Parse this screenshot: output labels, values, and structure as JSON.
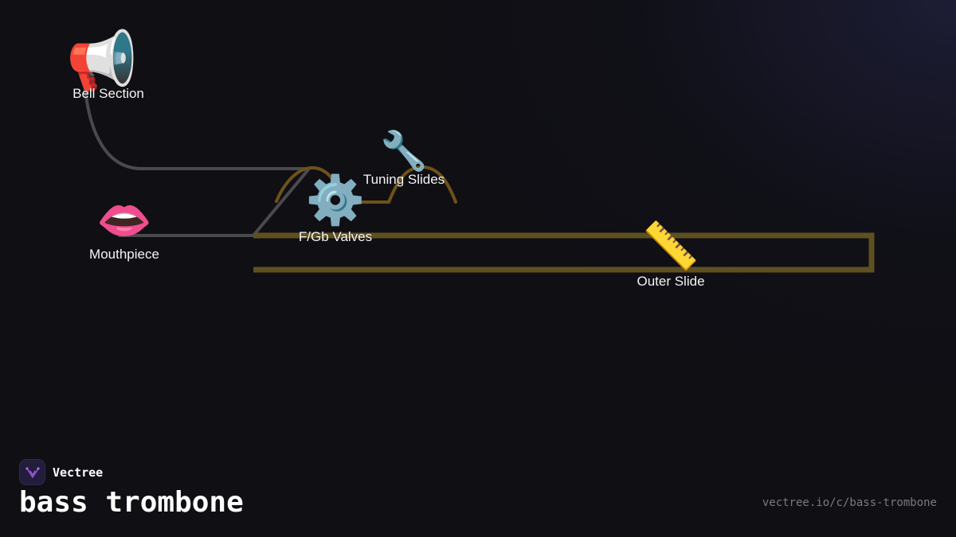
{
  "diagram": {
    "nodes": [
      {
        "id": "bell",
        "label": "Bell Section",
        "icon": "megaphone-icon",
        "glyph": "📢"
      },
      {
        "id": "mouthpiece",
        "label": "Mouthpiece",
        "icon": "lips-icon",
        "glyph": "👄"
      },
      {
        "id": "valves",
        "label": "F/Gb Valves",
        "icon": "gear-icon",
        "glyph": "⚙️"
      },
      {
        "id": "tuning",
        "label": "Tuning Slides",
        "icon": "wrench-icon",
        "glyph": "🔧"
      },
      {
        "id": "slide",
        "label": "Outer Slide",
        "icon": "ruler-icon",
        "glyph": "📏"
      }
    ],
    "colors": {
      "grey_tubing": "#4a4a4e",
      "brass_tubing": "#5e5020",
      "tuning_tubing": "#6e5218"
    }
  },
  "brand": {
    "name": "Vectree",
    "logo_color": "#a050d8"
  },
  "title": "bass trombone",
  "url": "vectree.io/c/bass-trombone"
}
